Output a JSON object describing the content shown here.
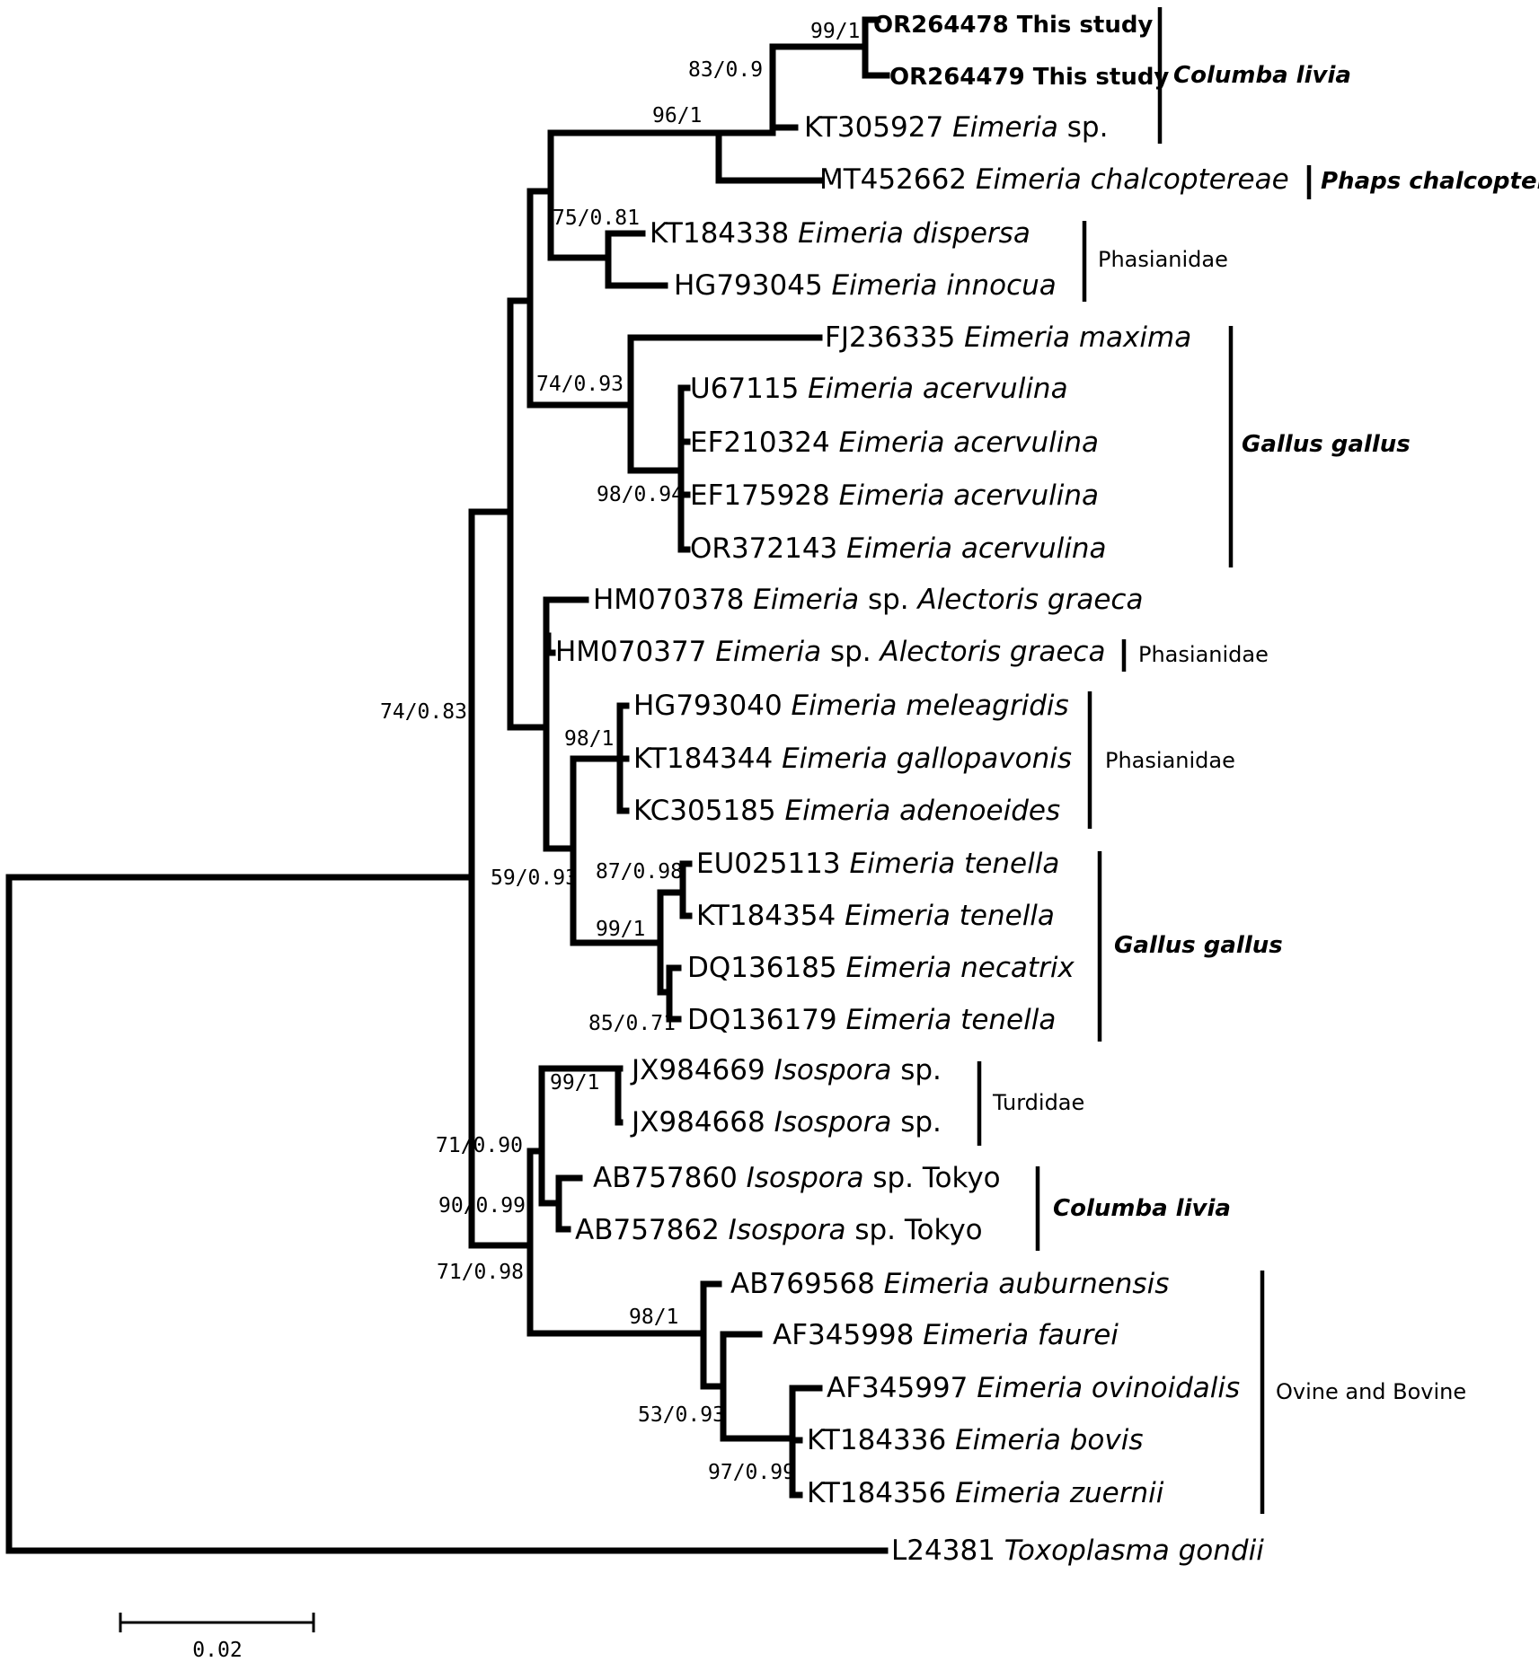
{
  "leaves": {
    "or264478": {
      "acc": "OR264478",
      "rest": " This study"
    },
    "or264479": {
      "acc": "OR264479",
      "rest": " This study"
    },
    "kt305927": {
      "acc": "KT305927",
      "genus": "Eimeria",
      "rest": " sp."
    },
    "mt452662": {
      "acc": "MT452662",
      "genus": "Eimeria chalcoptereae"
    },
    "kt184338": {
      "acc": "KT184338",
      "genus": "Eimeria dispersa"
    },
    "hg793045": {
      "acc": "HG793045",
      "genus": "Eimeria innocua"
    },
    "fj236335": {
      "acc": "FJ236335",
      "genus": "Eimeria maxima"
    },
    "u67115": {
      "acc": "U67115",
      "genus": "Eimeria acervulina"
    },
    "ef210324": {
      "acc": "EF210324",
      "genus": "Eimeria acervulina"
    },
    "ef175928": {
      "acc": "EF175928",
      "genus": "Eimeria acervulina"
    },
    "or372143": {
      "acc": "OR372143",
      "genus": "Eimeria acervulina"
    },
    "hm070378": {
      "acc": "HM070378",
      "genus": "Eimeria",
      "rest": " sp. ",
      "genus2": "Alectoris graeca"
    },
    "hm070377": {
      "acc": "HM070377",
      "genus": "Eimeria",
      "rest": " sp. ",
      "genus2": "Alectoris graeca"
    },
    "hg793040": {
      "acc": "HG793040",
      "genus": "Eimeria meleagridis"
    },
    "kt184344": {
      "acc": "KT184344",
      "genus": "Eimeria gallopavonis"
    },
    "kc305185": {
      "acc": "KC305185",
      "genus": "Eimeria adenoeides"
    },
    "eu025113": {
      "acc": "EU025113",
      "genus": "Eimeria tenella"
    },
    "kt184354": {
      "acc": "KT184354",
      "genus": "Eimeria tenella"
    },
    "dq136185": {
      "acc": "DQ136185",
      "genus": "Eimeria necatrix"
    },
    "dq136179": {
      "acc": "DQ136179",
      "genus": "Eimeria tenella"
    },
    "jx984669": {
      "acc": "JX984669",
      "genus": "Isospora",
      "rest": " sp."
    },
    "jx984668": {
      "acc": "JX984668",
      "genus": "Isospora",
      "rest": " sp."
    },
    "ab757860": {
      "acc": "AB757860",
      "genus": "Isospora",
      "rest": " sp. Tokyo"
    },
    "ab757862": {
      "acc": "AB757862",
      "genus": "Isospora",
      "rest": " sp. Tokyo"
    },
    "ab769568": {
      "acc": "AB769568",
      "genus": "Eimeria auburnensis"
    },
    "af345998": {
      "acc": "AF345998",
      "genus": "Eimeria faurei"
    },
    "af345997": {
      "acc": "AF345997",
      "genus": "Eimeria ovinoidalis"
    },
    "kt184336": {
      "acc": "KT184336",
      "genus": "Eimeria bovis"
    },
    "kt184356": {
      "acc": "KT184356",
      "genus": "Eimeria zuernii"
    },
    "l24381": {
      "acc": "L24381",
      "genus": "Toxoplasma gondii"
    }
  },
  "support": {
    "s_99_1_a": "99/1",
    "s_83_09": "83/0.9",
    "s_96_1": "96/1",
    "s_75_081": "75/0.81",
    "s_74_093": "74/0.93",
    "s_98_094": "98/0.94",
    "s_74_083": "74/0.83",
    "s_98_1_a": "98/1",
    "s_59_093": "59/0.93",
    "s_87_098": "87/0.98",
    "s_99_1_b": "99/1",
    "s_85_071": "85/0.71",
    "s_99_1_c": "99/1",
    "s_71_090": "71/0.90",
    "s_90_099": "90/0.99",
    "s_71_098": "71/0.98",
    "s_98_1_b": "98/1",
    "s_53_093": "53/0.93",
    "s_97_099": "97/0.99"
  },
  "groups": {
    "columba_livia_1": "Columba livia",
    "phaps": "Phaps chalcoptera",
    "phasianidae_1": "Phasianidae",
    "gallus_1": "Gallus gallus",
    "phasianidae_2": "Phasianidae",
    "phasianidae_3": "Phasianidae",
    "gallus_2": "Gallus gallus",
    "turdidae": "Turdidae",
    "columba_livia_2": "Columba livia",
    "ovine_bovine": "Ovine and Bovine"
  },
  "scale": {
    "label": "0.02"
  }
}
